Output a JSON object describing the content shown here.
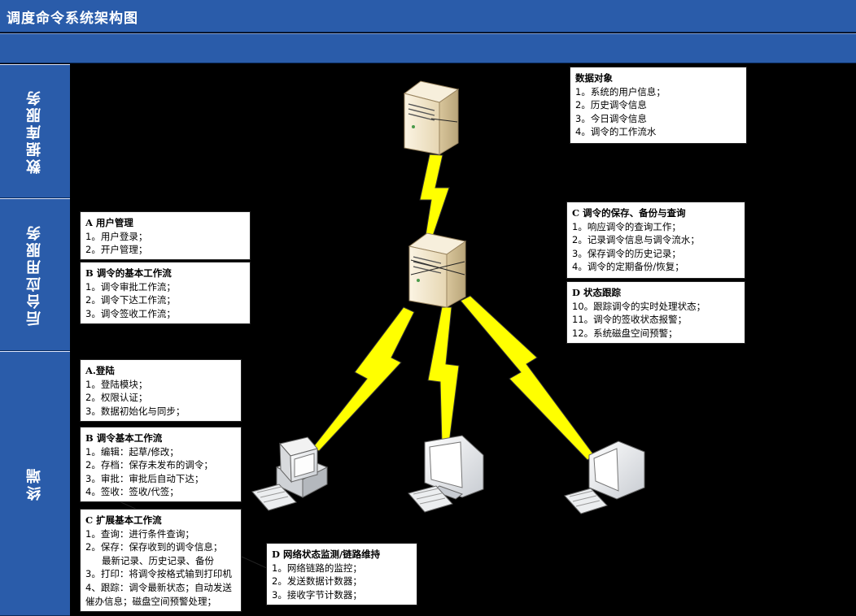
{
  "header": {
    "title": "调度命令系统架构图"
  },
  "lanes": [
    {
      "label": "数据库服务"
    },
    {
      "label": "后台应用服务"
    },
    {
      "label": "终端"
    }
  ],
  "boxes": {
    "data_objects": {
      "title": "数据对象",
      "items": [
        "1。系统的用户信息；",
        "2。历史调令信息",
        "3。今日调令信息",
        "4。调令的工作流水"
      ]
    },
    "user_mgmt": {
      "title": "A 用户管理",
      "items": [
        "1。用户登录；",
        "2。开户管理；"
      ]
    },
    "basic_workflow": {
      "title": "B 调令的基本工作流",
      "items": [
        "1。调令审批工作流；",
        "2。调令下达工作流；",
        "3。调令签收工作流；"
      ]
    },
    "save_backup": {
      "title": "C 调令的保存、备份与查询",
      "items": [
        "1。响应调令的查询工作；",
        "2。记录调令信息与调令流水；",
        "3。保存调令的历史记录；",
        "4。调令的定期备份/恢复；"
      ]
    },
    "status_track": {
      "title": "D 状态跟踪",
      "items": [
        "10。跟踪调令的实时处理状态；",
        "11。调令的签收状态报警；",
        "12。系统磁盘空间预警；"
      ]
    },
    "login": {
      "title": "A.登陆",
      "items": [
        "1。登陆模块；",
        "2。权限认证；",
        "3。数据初始化与同步；"
      ]
    },
    "cmd_workflow": {
      "title": "B 调令基本工作流",
      "items": [
        "1。编辑：起草/修改；",
        "2。存档：保存未发布的调令；",
        "3。审批：审批后自动下达；",
        "4。签收：签收/代签；"
      ]
    },
    "ext_workflow": {
      "title": "C 扩展基本工作流",
      "items": [
        "1。查询：进行条件查询；",
        "2。保存：保存收到的调令信息；",
        "最新记录、历史记录、备份",
        "3。打印：将调令按格式输到打印机",
        "4、跟踪：调令最新状态；自动发送",
        "催办信息；磁盘空间预警处理；"
      ]
    },
    "network": {
      "title": "D 网络状态监测/链路维持",
      "items": [
        "1。网络链路的监控；",
        "2。发送数据计数器；",
        "3。接收字节计数器；"
      ]
    }
  },
  "colors": {
    "band": "#2a5caa",
    "background": "#000000",
    "lightning": "#ffff00",
    "server": "#f1e6cc"
  },
  "icons": [
    "database-server-icon",
    "app-server-icon",
    "terminal-pc-icon",
    "terminal-crt-icon",
    "terminal-monitor-icon",
    "lightning-link-icon"
  ]
}
